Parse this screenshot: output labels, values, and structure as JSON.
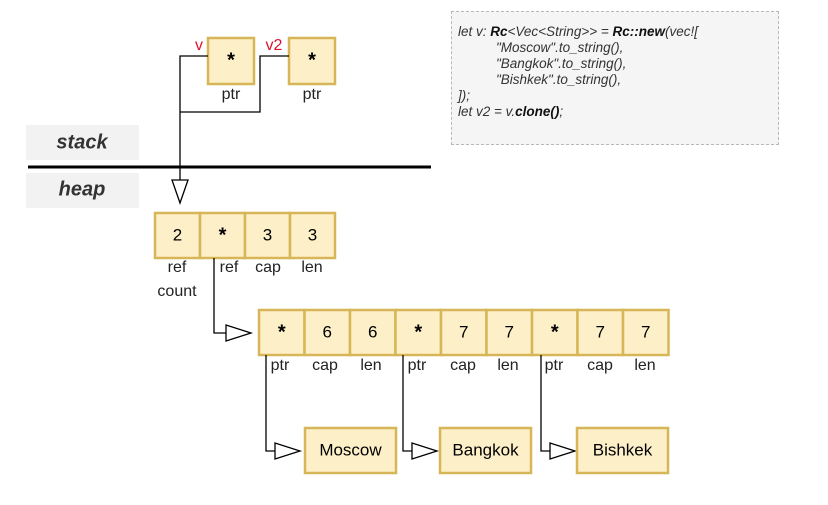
{
  "regions": {
    "stack": "stack",
    "heap": "heap"
  },
  "stack_vars": [
    {
      "name": "v",
      "value": "*",
      "label": "ptr"
    },
    {
      "name": "v2",
      "value": "*",
      "label": "ptr"
    }
  ],
  "rc_box": [
    {
      "value": "2",
      "label": "ref",
      "label2": "count"
    },
    {
      "value": "*",
      "label": "ref"
    },
    {
      "value": "3",
      "label": "cap"
    },
    {
      "value": "3",
      "label": "len"
    }
  ],
  "strings_buffer": [
    {
      "value": "*",
      "label": "ptr"
    },
    {
      "value": "6",
      "label": "cap"
    },
    {
      "value": "6",
      "label": "len"
    },
    {
      "value": "*",
      "label": "ptr"
    },
    {
      "value": "7",
      "label": "cap"
    },
    {
      "value": "7",
      "label": "len"
    },
    {
      "value": "*",
      "label": "ptr"
    },
    {
      "value": "7",
      "label": "cap"
    },
    {
      "value": "7",
      "label": "len"
    }
  ],
  "string_data": [
    "Moscow",
    "Bangkok",
    "Bishkek"
  ],
  "code": {
    "l1_a": "let v: ",
    "l1_b": "Rc",
    "l1_c": "<Vec<String>> = ",
    "l1_d": "Rc::new",
    "l1_e": "(vec![",
    "l2": "\"Moscow\".to_string(),",
    "l3": "\"Bangkok\".to_string(),",
    "l4": "\"Bishkek\".to_string(),",
    "l5": "]);",
    "l6_a": "let v2 = v.",
    "l6_b": "clone()",
    "l6_c": ";"
  }
}
